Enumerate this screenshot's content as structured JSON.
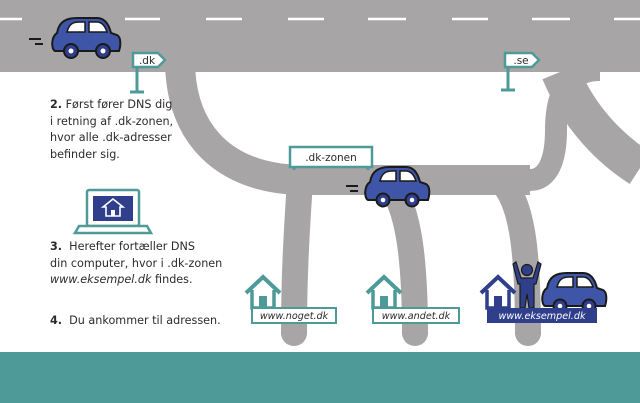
{
  "signs": {
    "dk": ".dk",
    "se": ".se",
    "zone": ".dk-zonen"
  },
  "steps": {
    "step2": {
      "number": "2.",
      "lines": [
        "Først fører DNS dig",
        "i retning af .dk-zonen,",
        "hvor alle .dk-adresser",
        "befinder sig."
      ]
    },
    "step3": {
      "number": "3.",
      "line1": "Herefter fortæller DNS",
      "line2": "din computer, hvor i .dk-zonen",
      "line3_address": "www.eksempel.dk",
      "line3_rest": " findes."
    },
    "step4": {
      "number": "4.",
      "text": "Du ankommer til adressen."
    }
  },
  "destinations": [
    {
      "label": "www.noget.dk"
    },
    {
      "label": "www.andet.dk"
    },
    {
      "label": "www.eksempel.dk"
    }
  ],
  "colors": {
    "road": "#a8a5a6",
    "lane_marking": "#ffffff",
    "teal": "#4e9a98",
    "car_blue": "#3f55a8",
    "navy": "#2f3f8c",
    "text": "#2b2b2b"
  },
  "icons": [
    "car-icon",
    "sign-icon",
    "laptop-icon",
    "house-icon",
    "person-icon"
  ]
}
